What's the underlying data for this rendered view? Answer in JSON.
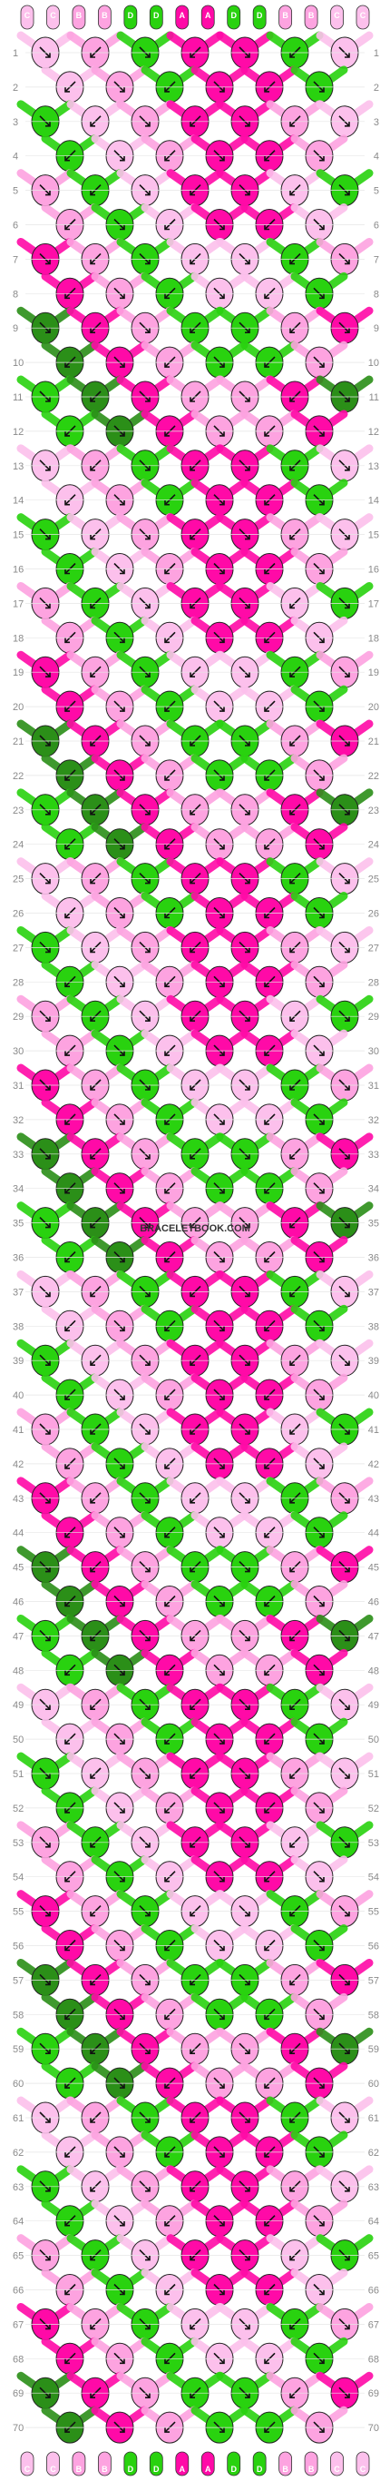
{
  "strands": [
    "C",
    "C",
    "B",
    "B",
    "D",
    "D",
    "A",
    "A",
    "D",
    "D",
    "B",
    "B",
    "C",
    "C"
  ],
  "strand_colors": {
    "A": "#ff0aa7",
    "B": "#fda3e0",
    "C": "#fcc0ec",
    "D": "#29d20f",
    "E": "#2b8f18"
  },
  "rows": 70,
  "watermark": "BRACELETBOOK.COM",
  "knots": [
    "CBDAA DCB",
    "CBDA ADBC",
    "DCBAA BCD",
    "DCBA ABCD",
    "BDCAA CDB",
    "BDCA ACDB",
    "ABDCC DBA",
    "ABDC CDBA",
    "EABDD BAE",
    "EABD DBAE",
    "DEABB AED",
    "DEAB BAED"
  ]
}
